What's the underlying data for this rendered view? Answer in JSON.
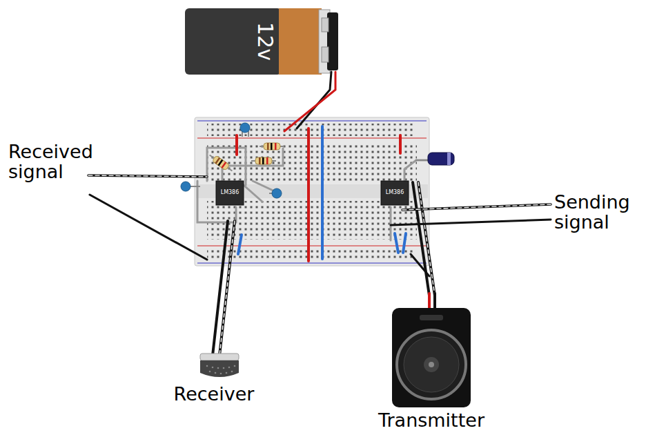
{
  "diagram": {
    "nodes": [
      {
        "text": [
          "12v"
        ]
      },
      {
        "text": [
          "LM386"
        ]
      },
      {
        "text": [
          "LM386"
        ]
      },
      {
        "text": [
          "Receiver"
        ]
      },
      {
        "text": [
          "Transmitter"
        ]
      }
    ],
    "labels": [
      "Received signal",
      "Sending signal"
    ]
  }
}
